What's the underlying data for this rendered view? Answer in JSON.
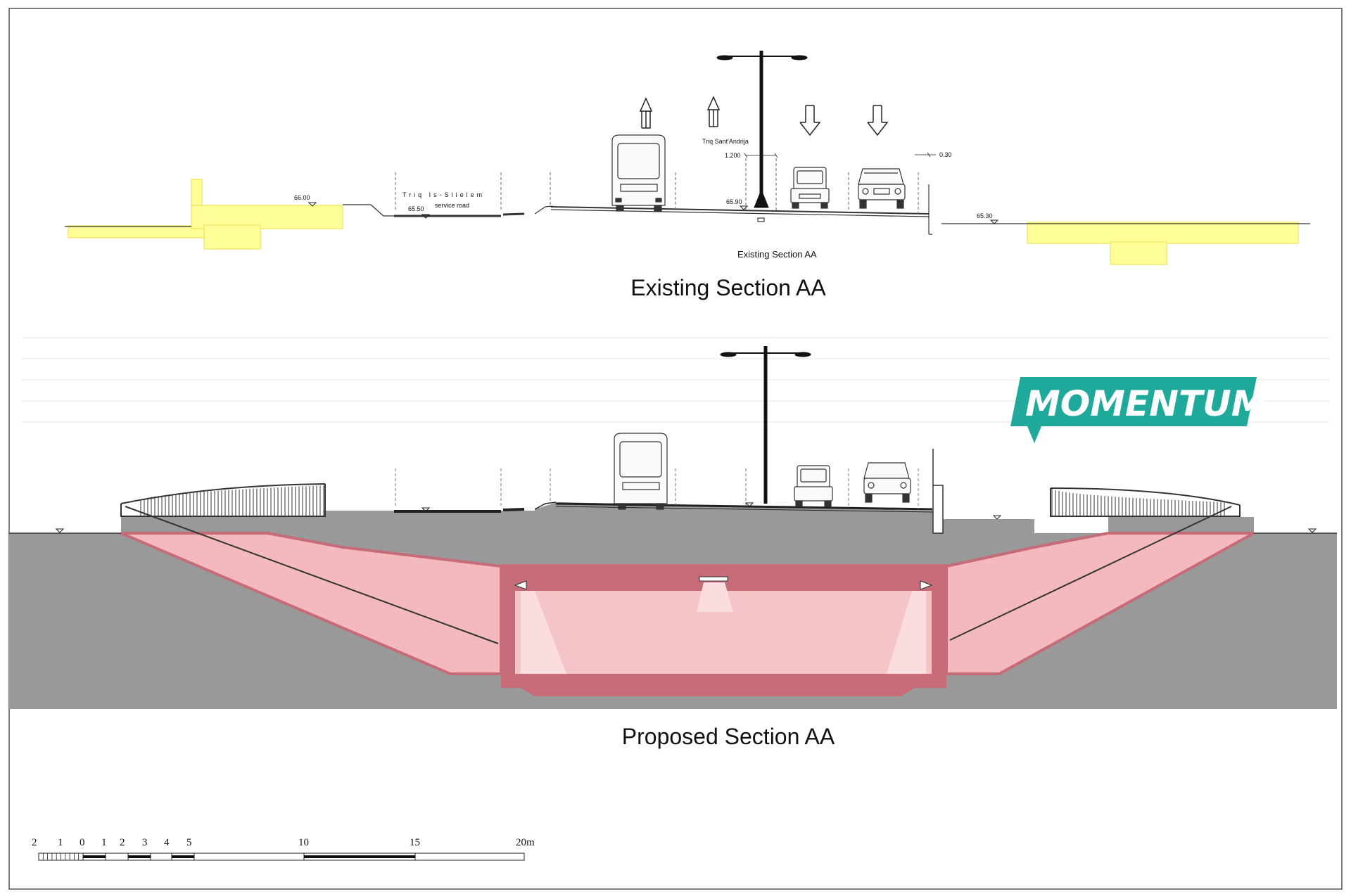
{
  "existing": {
    "caption": "Existing Section AA",
    "inner_label": "Existing Section AA",
    "street_name": "Triq Is-Slielem",
    "service_road": "service road",
    "main_road": "Triq Sant'Andrija",
    "levels": [
      "66.00",
      "65.50",
      "65.90",
      "65.30"
    ],
    "dims": [
      "1.200",
      "0.30"
    ],
    "colors": {
      "highlight": "#ffff99",
      "highlight_stroke": "#f2e86b"
    }
  },
  "proposed": {
    "caption": "Proposed Section AA",
    "colors": {
      "ground": "#999999",
      "tunnel": "#f3b9bd",
      "tunnel_edge": "#c66b78"
    }
  },
  "logo": {
    "text": "MOMENTUM",
    "color": "#1fa99a"
  },
  "scale_bar": {
    "labels": [
      "2",
      "1",
      "0",
      "1",
      "2",
      "3",
      "4",
      "5",
      "10",
      "15",
      "20m"
    ]
  }
}
